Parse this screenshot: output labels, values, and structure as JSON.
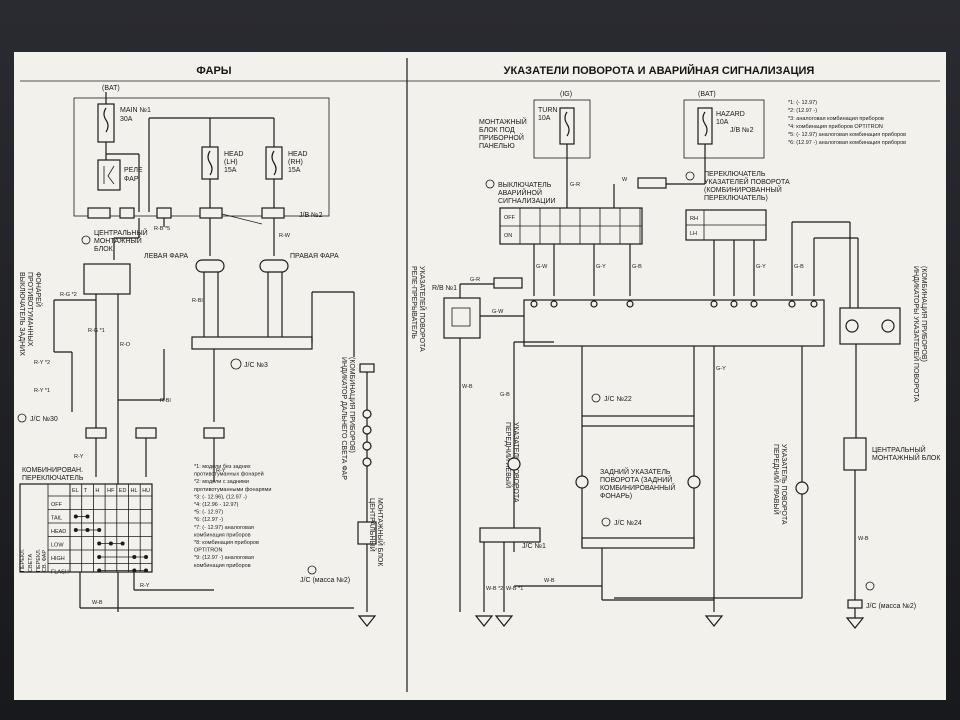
{
  "left": {
    "title": "ФАРЫ",
    "bat": "(BAT)",
    "main_fuse": [
      "MAIN №1",
      "30A"
    ],
    "relay": [
      "РЕЛЕ",
      "ФАР"
    ],
    "head_lh": [
      "HEAD",
      "(LH)",
      "15A"
    ],
    "head_rh": [
      "HEAD",
      "(RH)",
      "15A"
    ],
    "jb2": "J/B №2",
    "central_block": [
      "ЦЕНТРАЛЬНЫЙ",
      "МОНТАЖНЫЙ",
      "БЛОК"
    ],
    "left_lamp": "ЛЕВАЯ ФАРА",
    "right_lamp": "ПРАВАЯ ФАРА",
    "jc3": "J/C №3",
    "jc30": "J/C №30",
    "fog_switch": [
      "ВЫКЛЮЧАТЕЛЬ ЗАДНИХ",
      "ПРОТИВОТУМАННЫХ",
      "ФОНАРЕЙ"
    ],
    "indicator": [
      "ИНДИКАТОР ДАЛЬНЕГО СВЕТА ФАР",
      "(КОМБИНАЦИЯ ПРИБОРОВ)"
    ],
    "central_block_v": [
      "ЦЕНТРАЛЬНЫЙ",
      "МОНТАЖНЫЙ БЛОК"
    ],
    "combo_switch": [
      "КОМБИНИРОВАН.",
      "ПЕРЕКЛЮЧАТЕЛЬ"
    ],
    "switch_rows": [
      "OFF",
      "TAIL",
      "HEAD",
      "LOW",
      "HIGH",
      "FLASH"
    ],
    "switch_cols": [
      "EL",
      "T",
      "H",
      "HF",
      "ED",
      "HL",
      "HU"
    ],
    "switch_side": [
      "ПЕРЕКЛ.",
      "СВЕТА",
      "ПЕРЕКЛ.",
      "СВ. ФАР"
    ],
    "wires": [
      "R-G *2",
      "R-G *1",
      "R-Y *2",
      "R-Y *1",
      "R-Y",
      "R-O",
      "R-Bl",
      "R-B *5",
      "R-W",
      "R-Y",
      "W-B",
      "R-Y",
      "W-B",
      "R-Bl",
      "R-Y"
    ],
    "notes": [
      "*1: модели без задних",
      "противотуманных фонарей",
      "*2: модели с задними",
      "противотуманными фонарями",
      "*3: (- 12.96), (12.97 -)",
      "*4: (12.96 - 12.97)",
      "*5: (- 12.97)",
      "*6: (12.97 -)",
      "*7: (- 12.97) аналоговая",
      "комбинация приборов",
      "*8: комбинация приборов",
      "OPTITRON",
      "*9: (12.97 -) аналоговая",
      "комбинация приборов"
    ],
    "jc_mass": "J/C (масса №2)"
  },
  "right": {
    "title": "УКАЗАТЕЛИ ПОВОРОТА И АВАРИЙНАЯ СИГНАЛИЗАЦИЯ",
    "ig": "(IG)",
    "bat": "(BAT)",
    "turn_fuse": [
      "TURN",
      "10A"
    ],
    "hazard_fuse": [
      "HAZARD",
      "10A"
    ],
    "jb2": "J/B №2",
    "panel_block": [
      "МОНТАЖНЫЙ",
      "БЛОК ПОД",
      "ПРИБОРНОЙ",
      "ПАНЕЛЬЮ"
    ],
    "hazard_switch": [
      "ВЫКЛЮЧАТЕЛЬ",
      "АВАРИЙНОЙ",
      "СИГНАЛИЗАЦИИ"
    ],
    "hz_rows": [
      "OFF",
      "ON"
    ],
    "turn_switch": [
      "ПЕРЕКЛЮЧАТЕЛЬ",
      "УКАЗАТЕЛЕЙ ПОВОРОТА",
      "(КОМБИНИРОВАННЫЙ",
      "ПЕРЕКЛЮЧАТЕЛЬ)"
    ],
    "ts_rows": [
      "RH",
      "LH"
    ],
    "notes": [
      "*1: (- 12.97)",
      "*2: (12.97 -)",
      "*3: аналоговая комбинация приборов",
      "*4: комбинация приборов OPTITRON",
      "*5: (- 12.97) аналоговая комбинация приборов",
      "*6: (12.97 -) аналоговая комбинация приборов"
    ],
    "relay": [
      "РЕЛЕ-ПРЕРЫВАТЕЛЬ",
      "УКАЗАТЕЛЕЙ ПОВОРОТА"
    ],
    "rb1": "R/B №1",
    "jc22": "J/C №22",
    "jc24": "J/C №24",
    "jc1": "J/C №1",
    "front_left": [
      "ПЕРЕДНИЙ ЛЕВЫЙ",
      "УКАЗАТЕЛЬ ПОВОРОТА"
    ],
    "rear_turn": [
      "ЗАДНИЙ УКАЗАТЕЛЬ",
      "ПОВОРОТА (ЗАДНИЙ",
      "КОМБИНИРОВАННЫЙ",
      "ФОНАРЬ)"
    ],
    "front_right": [
      "ПЕРЕДНИЙ ПРАВЫЙ",
      "УКАЗАТЕЛЬ ПОВОРОТА"
    ],
    "indicators": [
      "ИНДИКАТОРЫ УКАЗАТЕЛЕЙ ПОВОРОТА",
      "(КОМБИНАЦИЯ ПРИБОРОВ)"
    ],
    "central_block": [
      "ЦЕНТРАЛЬНЫЙ",
      "МОНТАЖНЫЙ БЛОК"
    ],
    "jc_mass": "J/C (масса №2)",
    "wires": [
      "G-R",
      "W",
      "G-W",
      "G-Y",
      "G-B",
      "G-Y",
      "G-B",
      "W-B",
      "G-B",
      "G-Y",
      "W-B *2",
      "W-B *1",
      "W-B",
      "W-B"
    ]
  }
}
